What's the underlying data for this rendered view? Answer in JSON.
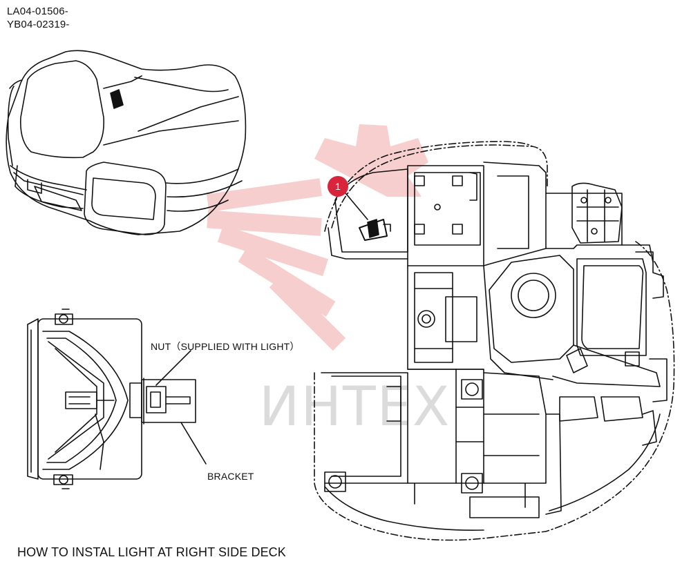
{
  "header": {
    "serial_line_1": "LA04-01506-",
    "serial_line_2": "YB04-02319-"
  },
  "labels": {
    "nut": "NUT（SUPPLIED WITH LIGHT）",
    "bracket": "BRACKET"
  },
  "callouts": [
    {
      "number": "1"
    }
  ],
  "caption": "HOW TO INSTAL LIGHT AT RIGHT SIDE DECK",
  "watermark": {
    "text": "ИНТЕХ",
    "color": "#f4b8b8"
  },
  "colors": {
    "line": "#111111",
    "callout": "#d9253b"
  }
}
